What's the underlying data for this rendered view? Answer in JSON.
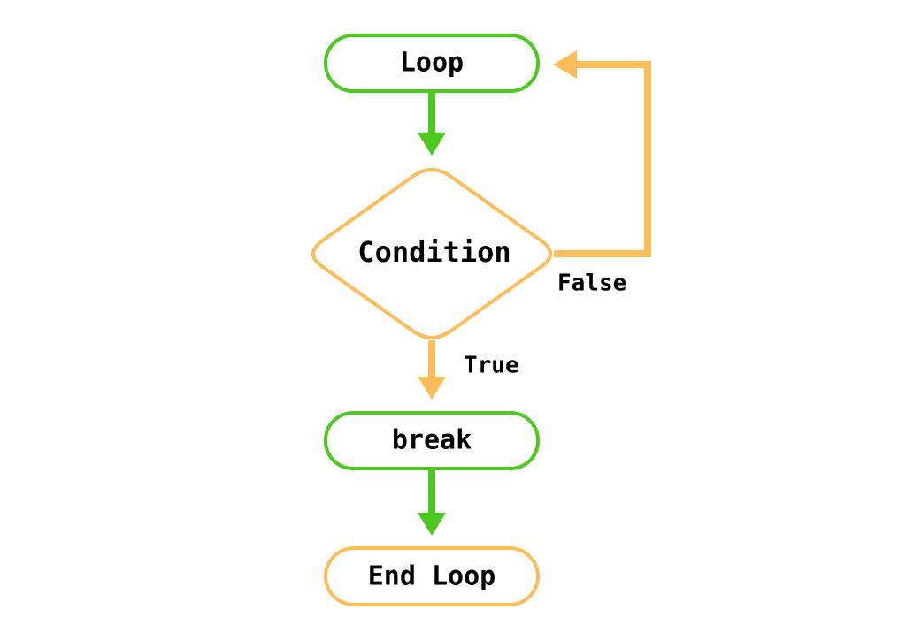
{
  "diagram": {
    "nodes": {
      "loop": {
        "label": "Loop",
        "shape": "rounded-rect",
        "color": "#4cc81e"
      },
      "condition": {
        "label": "Condition",
        "shape": "diamond",
        "color": "#ffbd59"
      },
      "break": {
        "label": "break",
        "shape": "rounded-rect",
        "color": "#4cc81e"
      },
      "end_loop": {
        "label": "End Loop",
        "shape": "rounded-rect",
        "color": "#ffbd59"
      }
    },
    "edges": [
      {
        "from": "loop",
        "to": "condition",
        "label": "",
        "color": "#4cc81e"
      },
      {
        "from": "condition",
        "to": "loop",
        "label": "False",
        "color": "#ffbd59"
      },
      {
        "from": "condition",
        "to": "break",
        "label": "True",
        "color": "#ffbd59"
      },
      {
        "from": "break",
        "to": "end_loop",
        "label": "",
        "color": "#4cc81e"
      }
    ],
    "labels": {
      "false": "False",
      "true": "True"
    }
  }
}
